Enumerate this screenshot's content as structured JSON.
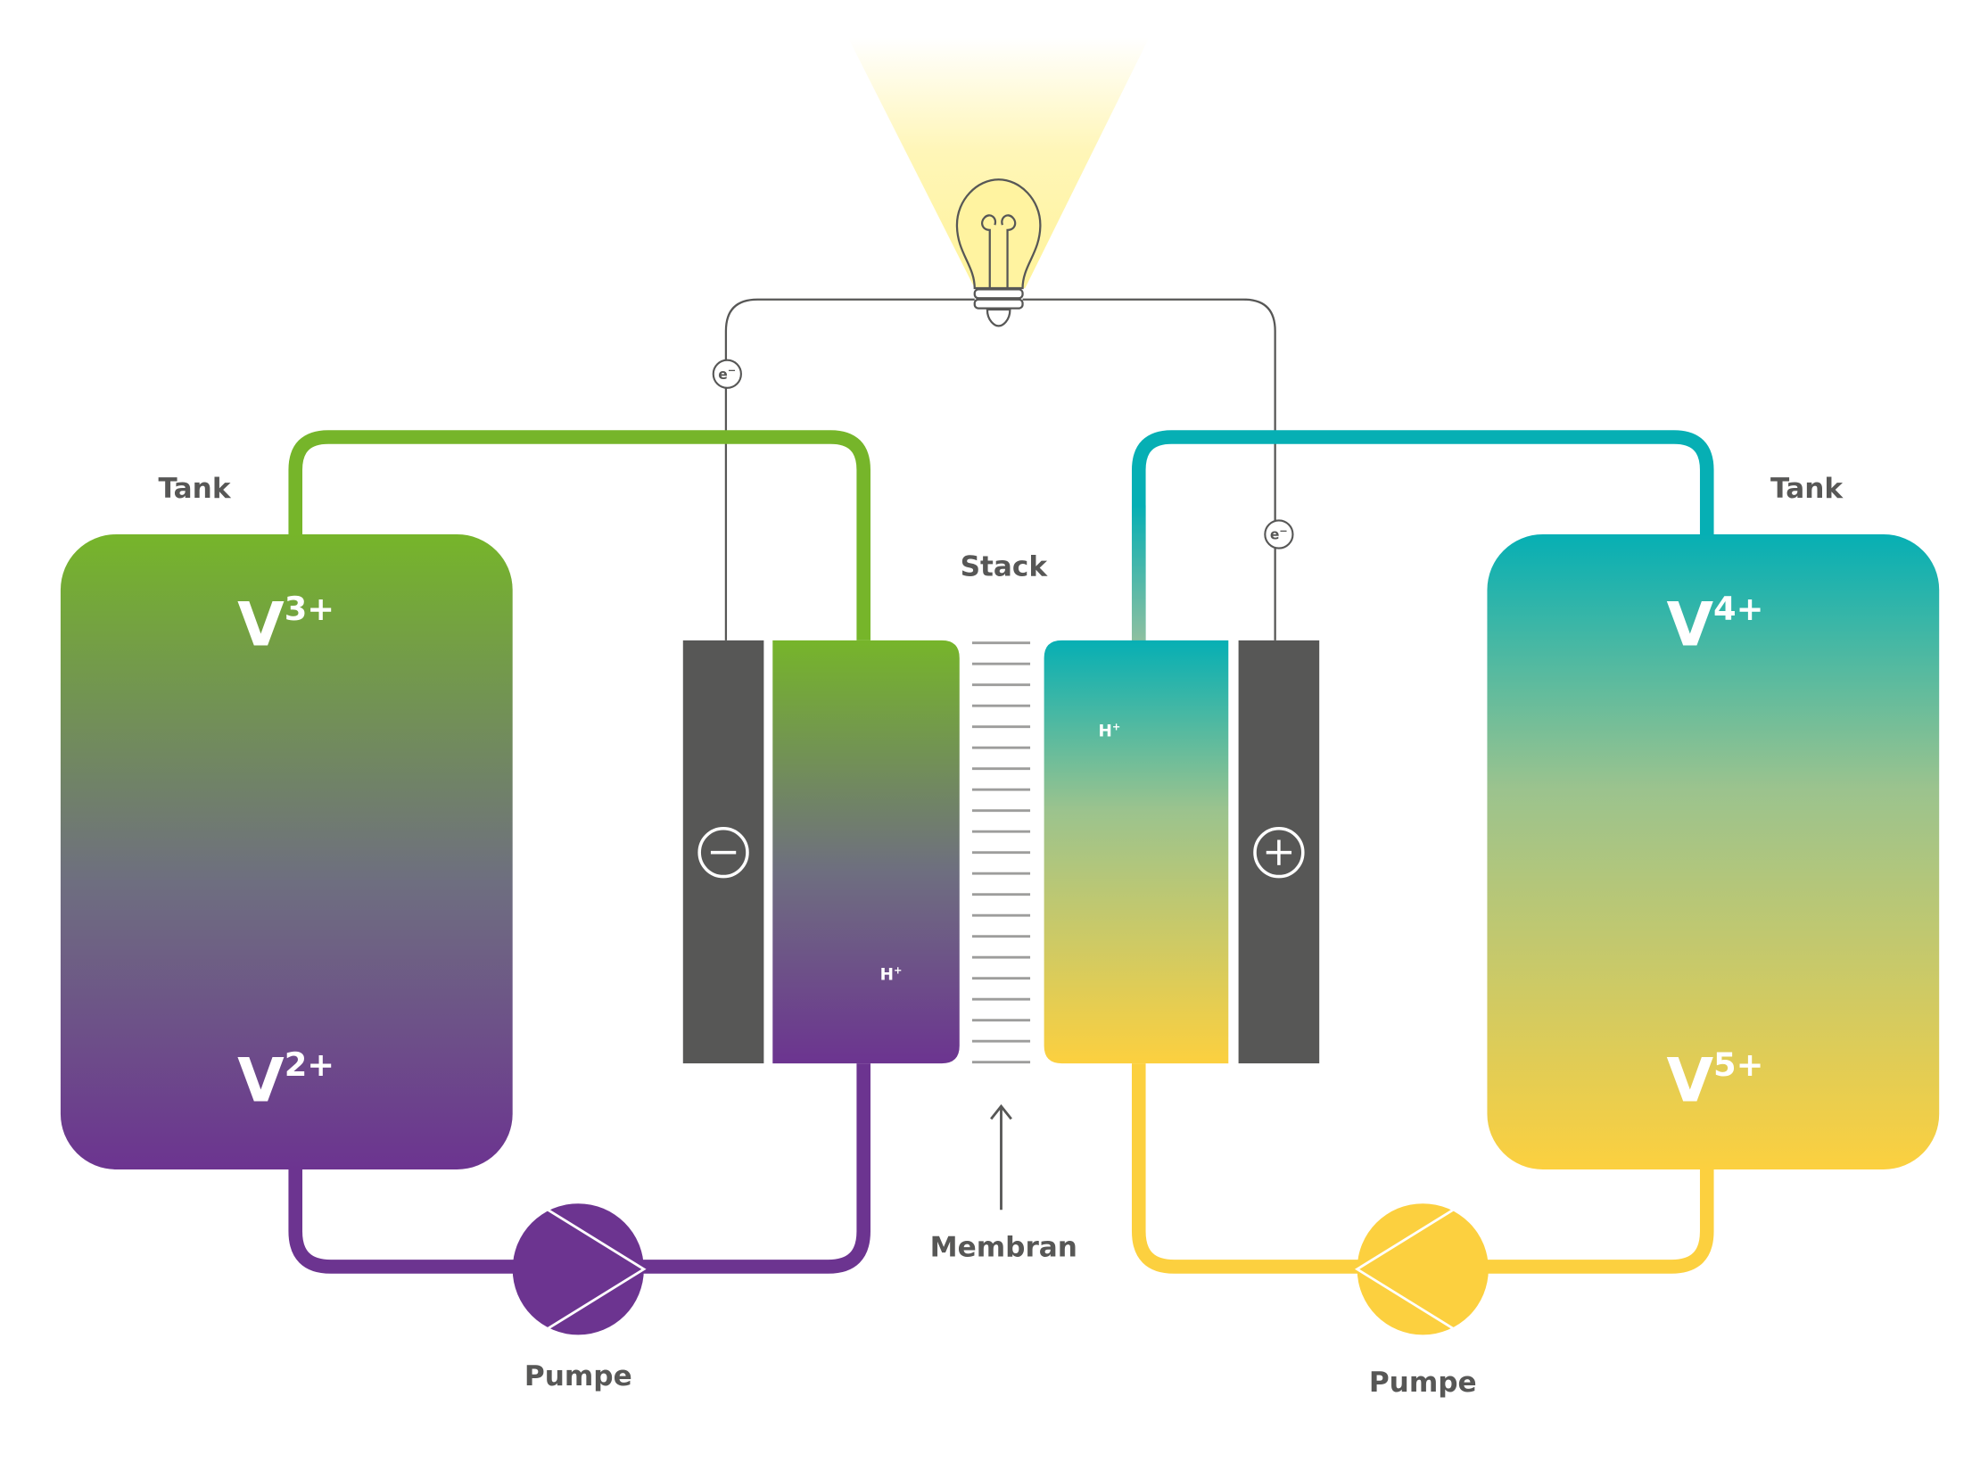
{
  "labels": {
    "tank_left": "Tank",
    "tank_right": "Tank",
    "stack": "Stack",
    "membrane": "Membran",
    "pump_left": "Pumpe",
    "pump_right": "Pumpe"
  },
  "ions": {
    "left_top": {
      "base": "V",
      "charge": "3+"
    },
    "left_bottom": {
      "base": "V",
      "charge": "2+"
    },
    "right_top": {
      "base": "V",
      "charge": "4+"
    },
    "right_bottom": {
      "base": "V",
      "charge": "5+"
    },
    "proton_left": {
      "base": "H",
      "charge": "+"
    },
    "proton_right": {
      "base": "H",
      "charge": "+"
    }
  },
  "electrons": {
    "left": {
      "base": "e",
      "charge": "−"
    },
    "right": {
      "base": "e",
      "charge": "−"
    }
  },
  "electrodes": {
    "negative_symbol": "minus-sign",
    "positive_symbol": "plus-sign"
  },
  "colors": {
    "green": "#76B52A",
    "purple": "#6C3490",
    "teal": "#06AFB4",
    "yellow": "#FCD03F",
    "dark_gray": "#575756",
    "label_gray": "#575756",
    "light_yellow": "#FFF6A8"
  }
}
